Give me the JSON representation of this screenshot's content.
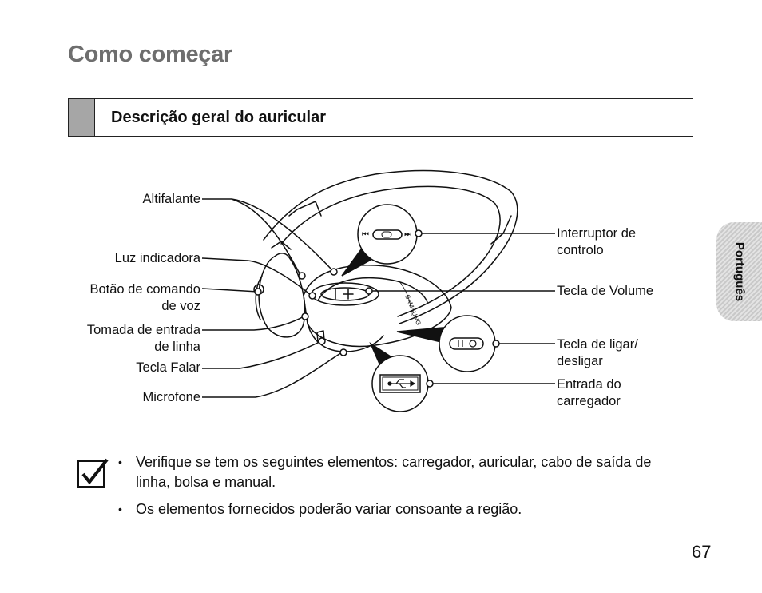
{
  "page": {
    "title": "Como começar",
    "section_title": "Descrição geral do auricular",
    "side_tab": "Português",
    "page_number": "67"
  },
  "labels": {
    "altifalante": "Altifalante",
    "luz_indicadora": "Luz indicadora",
    "botao_line1": "Botão de comando",
    "botao_line2": "de voz",
    "tomada_line1": "Tomada de entrada",
    "tomada_line2": "de linha",
    "tecla_falar": "Tecla Falar",
    "microfone": "Microfone",
    "interruptor_line1": "Interruptor de",
    "interruptor_line2": "controlo",
    "tecla_volume": "Tecla de Volume",
    "ligar_line1": "Tecla de ligar/",
    "ligar_line2": "desligar",
    "entrada_line1": "Entrada do",
    "entrada_line2": "carregador"
  },
  "diagram": {
    "brand_text": "SAMSUNG",
    "prev_symbol": "⏮",
    "next_symbol": "⏭"
  },
  "notes": [
    "Verifique se tem os seguintes elementos: carregador, auricular, cabo de saída de linha, bolsa e manual.",
    "Os elementos fornecidos poderão variar consoante a região."
  ],
  "icons": {
    "note": "checkbox-check-icon",
    "usb": "usb-icon"
  },
  "colors": {
    "title": "#6e6e6e",
    "section_bar": "#a6a6a6",
    "side_tab": "#d0d0d0"
  }
}
